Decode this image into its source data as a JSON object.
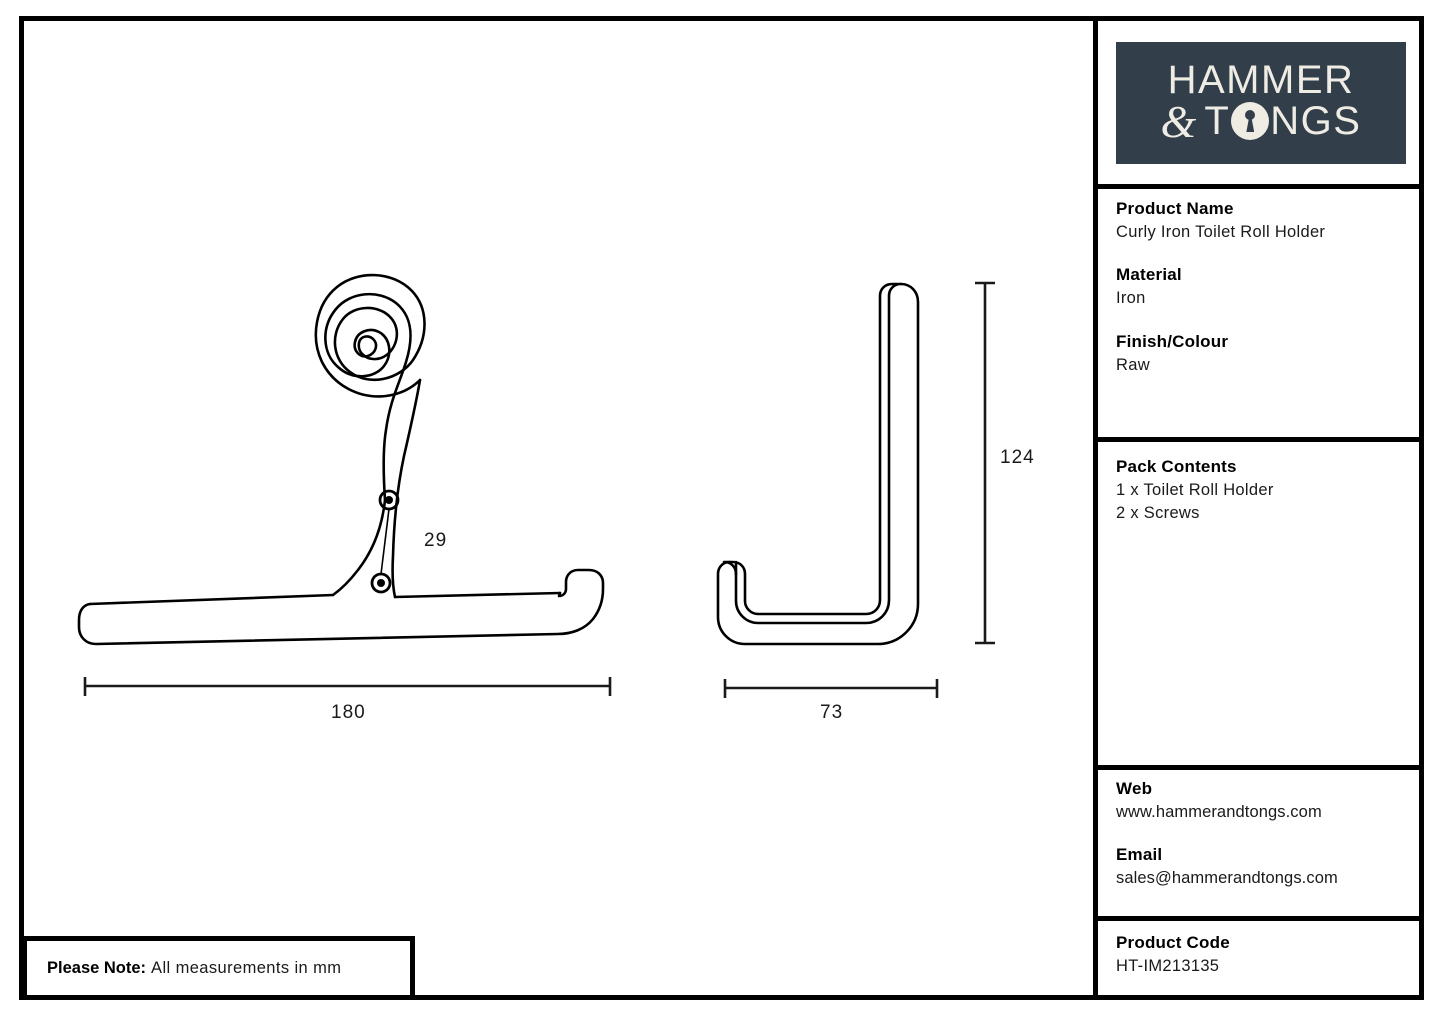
{
  "sheet": {
    "note_label": "Please Note:",
    "note_text": "All measurements in mm"
  },
  "logo": {
    "line1": "HAMMER",
    "amp": "&",
    "tongs_before": "T",
    "tongs_after": "NGS",
    "keyhole_icon": "keyhole-icon",
    "box_color": "#323f4b",
    "text_color": "#efece4"
  },
  "details": {
    "product_name_label": "Product Name",
    "product_name_value": "Curly Iron Toilet Roll Holder",
    "material_label": "Material",
    "material_value": "Iron",
    "finish_label": "Finish/Colour",
    "finish_value": "Raw"
  },
  "pack": {
    "label": "Pack Contents",
    "item1": "1 x Toilet Roll Holder",
    "item2": "2 x Screws"
  },
  "contact": {
    "web_label": "Web",
    "web_value": "www.hammerandtongs.com",
    "email_label": "Email",
    "email_value": "sales@hammerandtongs.com"
  },
  "code": {
    "label": "Product Code",
    "value": "HT-IM213135"
  },
  "drawing": {
    "dimensions": {
      "width_side": "180",
      "width_front": "73",
      "height_front": "124",
      "screw_spacing": "29"
    },
    "views": {
      "side_view_name": "side-elevation-curly-toilet-roll-holder",
      "front_view_name": "end-elevation-toilet-roll-holder"
    }
  }
}
